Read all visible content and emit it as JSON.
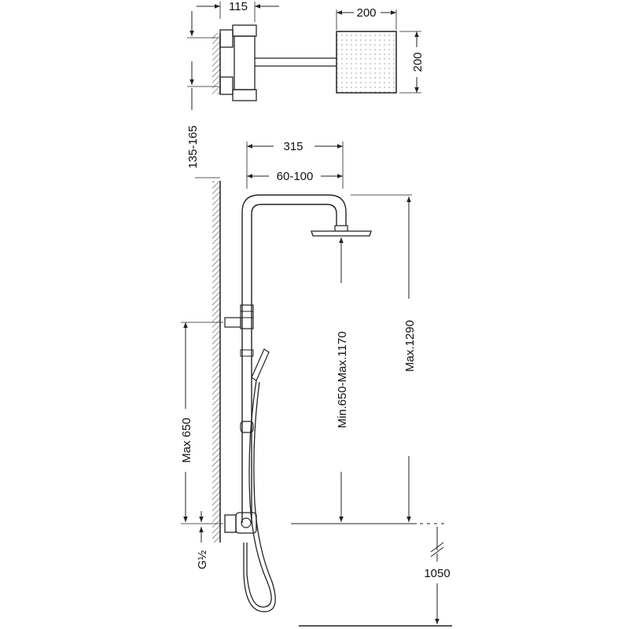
{
  "top_view": {
    "width_mixer": "115",
    "head_width": "200",
    "head_depth": "200",
    "wall_spacing": "135-165"
  },
  "side_view": {
    "arm_projection": "315",
    "arm_adjust": "60-100",
    "head_height_range": "Min.650-Max.1170",
    "max_height": "Max.1290",
    "bar_height": "Max 650",
    "connection_thread": "G½",
    "floor_height": "1050"
  },
  "colors": {
    "line": "#222222",
    "wall_hatch": "#555555"
  }
}
